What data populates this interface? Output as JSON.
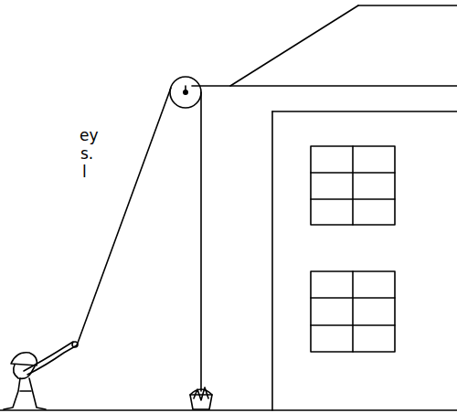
{
  "diagram": {
    "labels": [
      "ey",
      "s.",
      "l"
    ]
  }
}
